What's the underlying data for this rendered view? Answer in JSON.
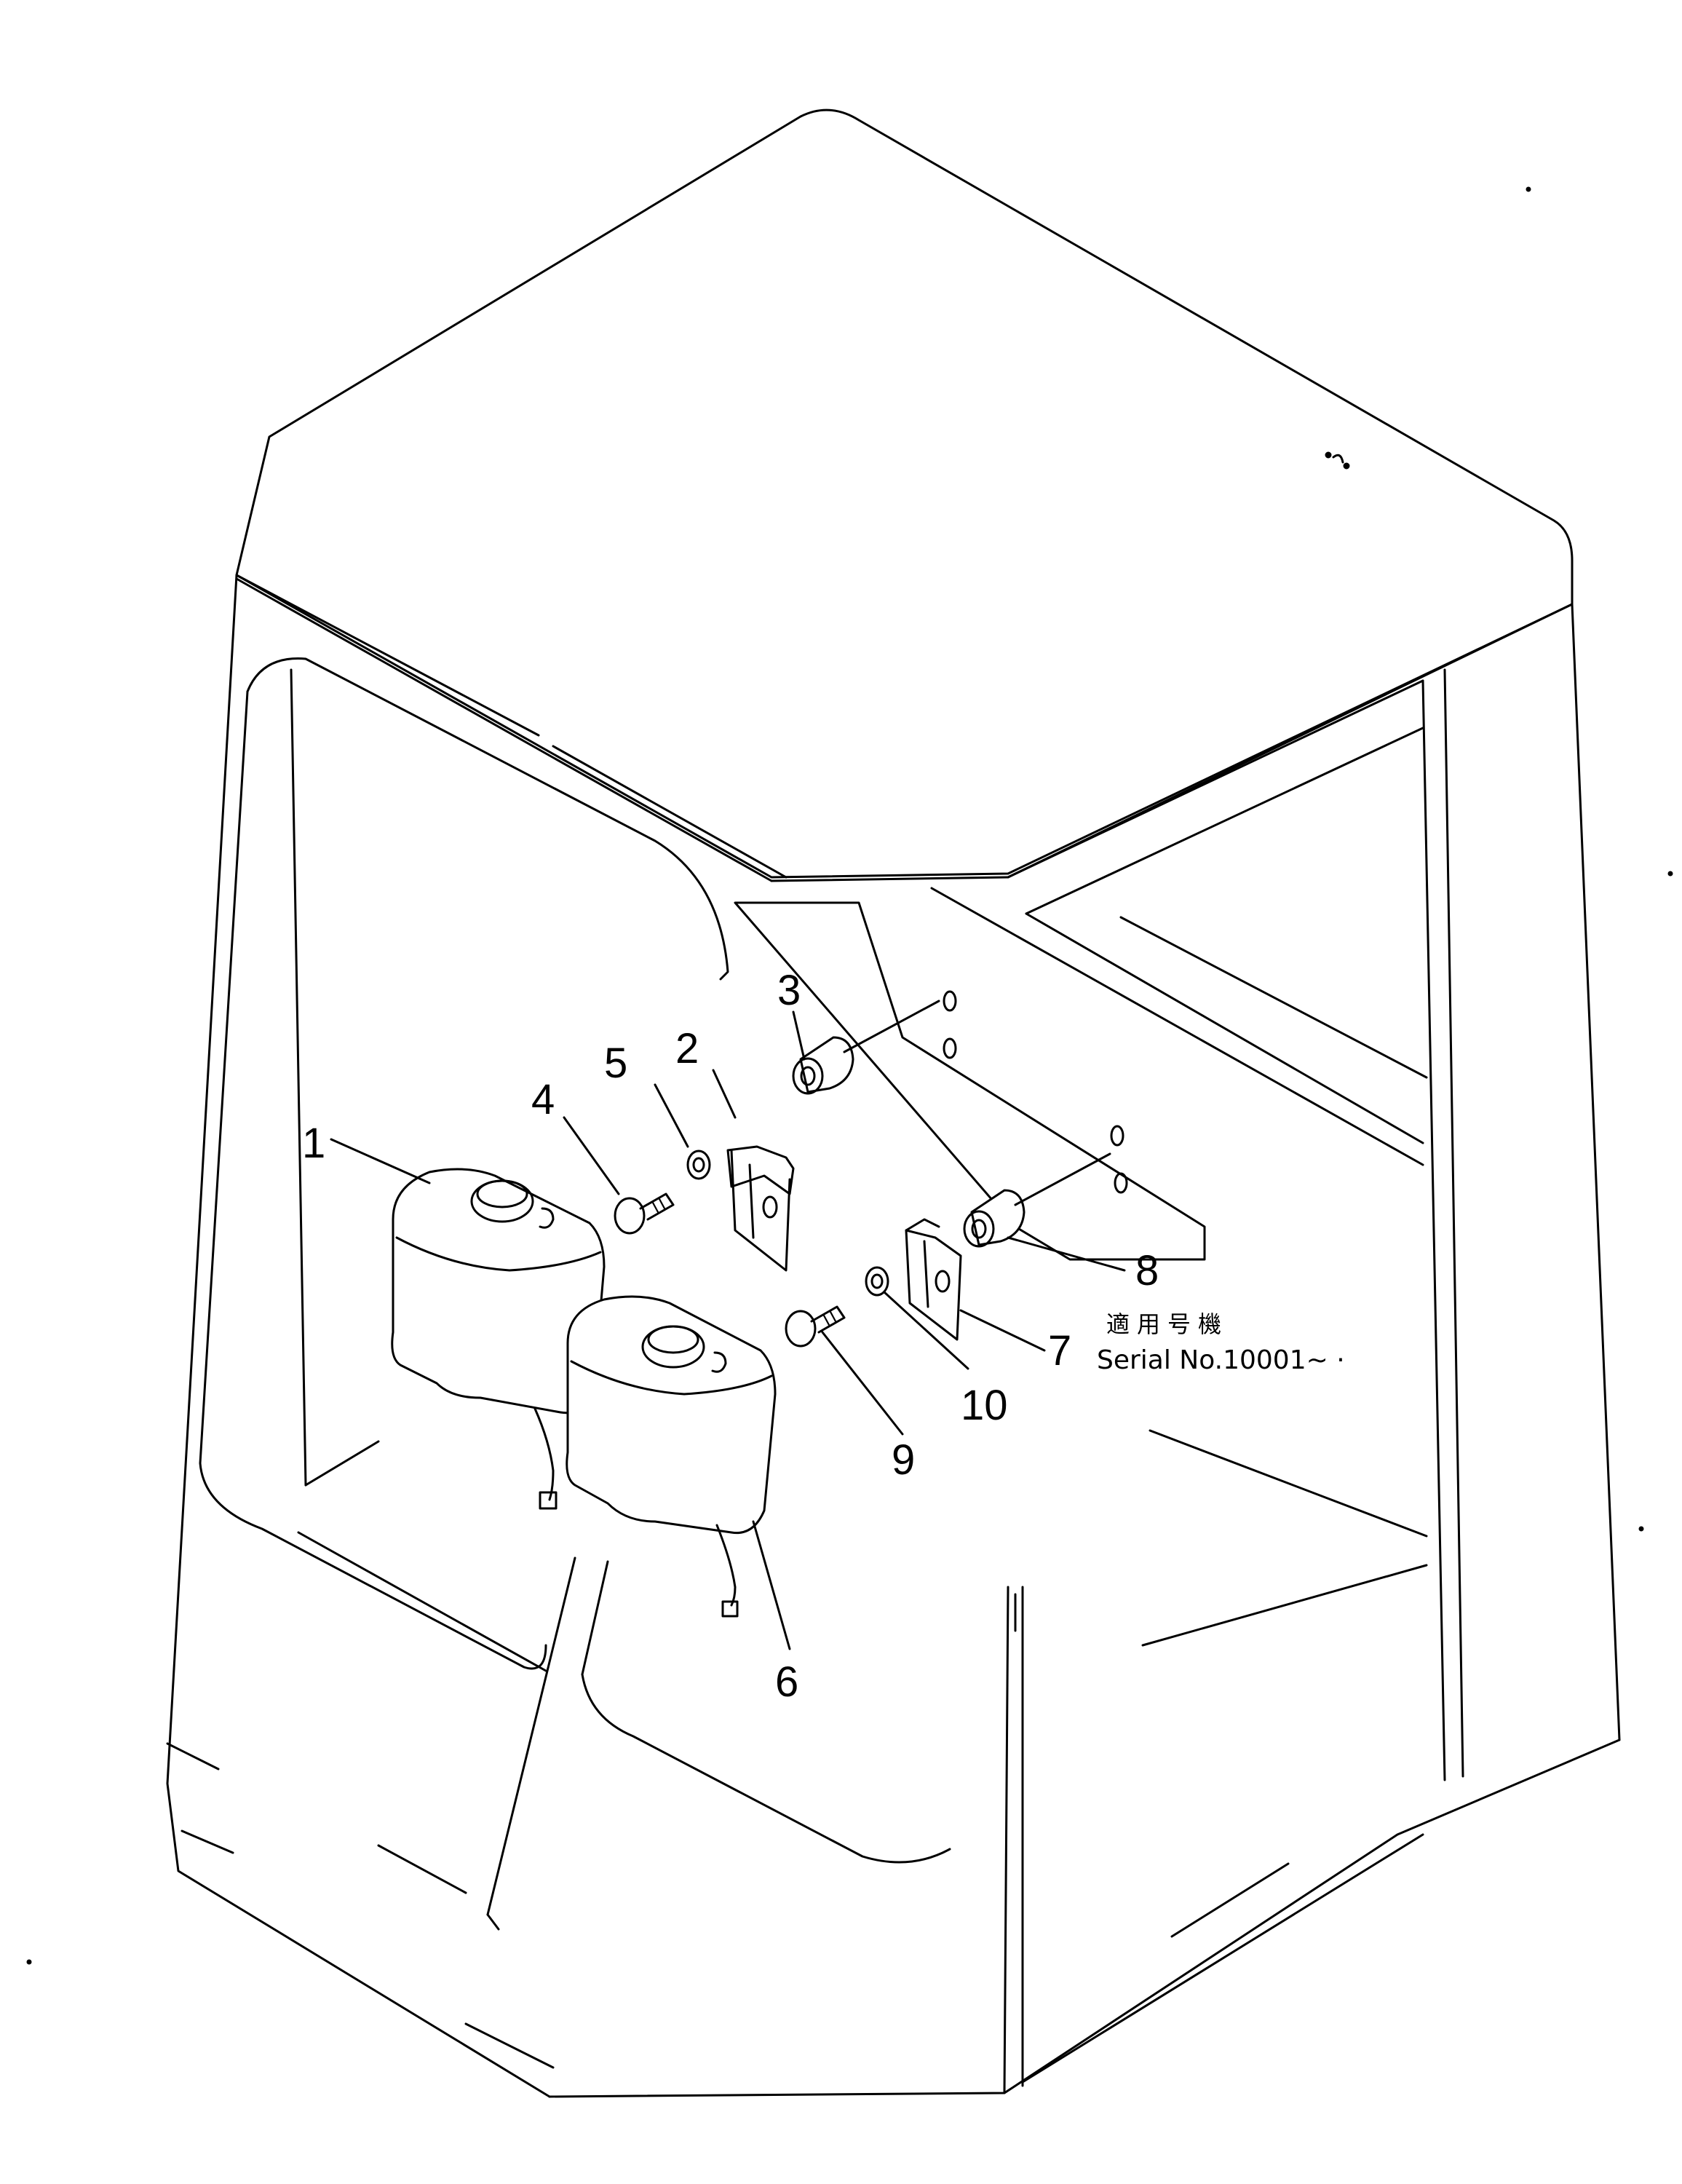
{
  "diagram": {
    "callouts": {
      "c1": "1",
      "c2": "2",
      "c3": "3",
      "c4": "4",
      "c5": "5",
      "c6": "6",
      "c7": "7",
      "c8": "8",
      "c9": "9",
      "c10": "10"
    },
    "note": {
      "applicable_jp": "適用号機",
      "serial": "Serial No.10001~ ·"
    },
    "colors": {
      "line": "#000000",
      "background": "#ffffff"
    }
  }
}
